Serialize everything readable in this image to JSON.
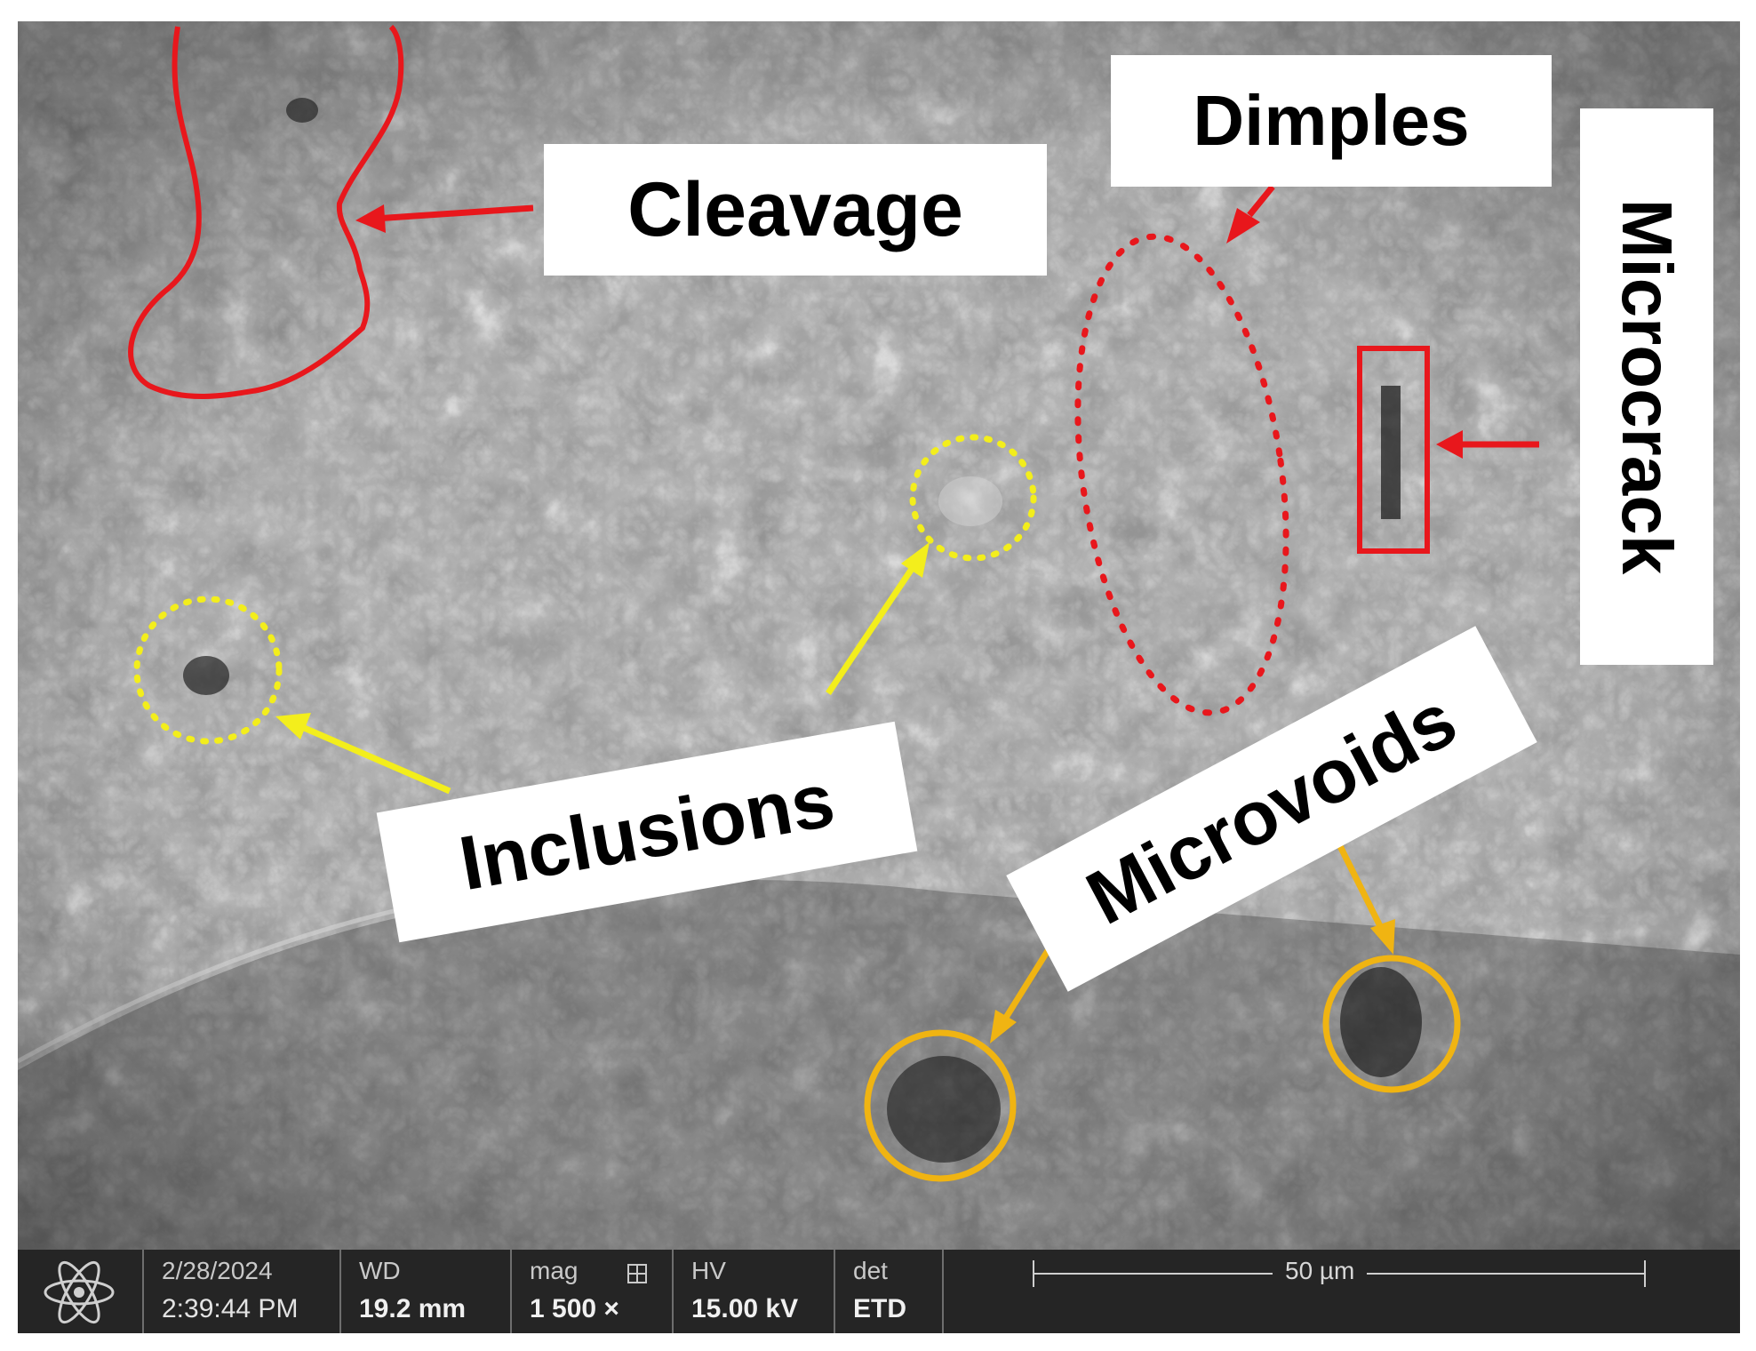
{
  "annotations": {
    "cleavage": "Cleavage",
    "dimples": "Dimples",
    "microcrack": "Microcrack",
    "inclusions": "Inclusions",
    "microvoids": "Microvoids"
  },
  "colors": {
    "cleavage_outline": "#e8171c",
    "dimples_outline": "#e8171c",
    "microcrack_outline": "#e8171c",
    "inclusions_outline": "#f3ee1c",
    "microvoids_outline": "#f0b412"
  },
  "info_bar": {
    "logo_icon": "atom-icon",
    "date": "2/28/2024",
    "time": "2:39:44 PM",
    "wd_label": "WD",
    "wd_value": "19.2 mm",
    "mag_label": "mag",
    "mag_icon": "grid-icon",
    "mag_value": "1 500 ×",
    "hv_label": "HV",
    "hv_value": "15.00 kV",
    "det_label": "det",
    "det_value": "ETD",
    "scale_label": "50 µm"
  }
}
